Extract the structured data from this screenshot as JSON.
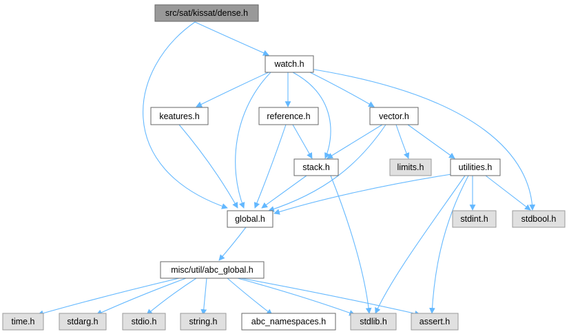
{
  "graph": {
    "title": "src/sat/kissat/dense.h",
    "colors": {
      "edge": "#63b8ff",
      "root_fill": "#999999",
      "file_fill": "#ffffff",
      "system_fill": "#e0e0e0"
    },
    "nodes": {
      "dense": "src/sat/kissat/dense.h",
      "watch": "watch.h",
      "keatures": "keatures.h",
      "reference": "reference.h",
      "vector": "vector.h",
      "stack": "stack.h",
      "limits": "limits.h",
      "utilities": "utilities.h",
      "global": "global.h",
      "stdint": "stdint.h",
      "stdbool": "stdbool.h",
      "abc_global": "misc/util/abc_global.h",
      "time": "time.h",
      "stdarg": "stdarg.h",
      "stdio": "stdio.h",
      "string": "string.h",
      "abc_namespaces": "abc_namespaces.h",
      "stdlib": "stdlib.h",
      "assert": "assert.h"
    },
    "node_kinds": {
      "dense": "root",
      "watch": "file",
      "keatures": "file",
      "reference": "file",
      "vector": "file",
      "stack": "file",
      "limits": "system",
      "utilities": "file",
      "global": "file",
      "stdint": "system",
      "stdbool": "system",
      "abc_global": "file",
      "time": "system",
      "stdarg": "system",
      "stdio": "system",
      "string": "system",
      "abc_namespaces": "file",
      "stdlib": "system",
      "assert": "system"
    },
    "edges": [
      [
        "dense",
        "watch"
      ],
      [
        "dense",
        "global"
      ],
      [
        "watch",
        "keatures"
      ],
      [
        "watch",
        "global"
      ],
      [
        "watch",
        "reference"
      ],
      [
        "watch",
        "stack"
      ],
      [
        "watch",
        "vector"
      ],
      [
        "watch",
        "stdbool"
      ],
      [
        "keatures",
        "global"
      ],
      [
        "reference",
        "global"
      ],
      [
        "reference",
        "stack"
      ],
      [
        "vector",
        "global"
      ],
      [
        "vector",
        "stack"
      ],
      [
        "vector",
        "limits"
      ],
      [
        "vector",
        "utilities"
      ],
      [
        "stack",
        "global"
      ],
      [
        "stack",
        "stdlib"
      ],
      [
        "utilities",
        "global"
      ],
      [
        "utilities",
        "stdint"
      ],
      [
        "utilities",
        "stdbool"
      ],
      [
        "utilities",
        "stdlib"
      ],
      [
        "utilities",
        "assert"
      ],
      [
        "global",
        "abc_global"
      ],
      [
        "abc_global",
        "time"
      ],
      [
        "abc_global",
        "stdarg"
      ],
      [
        "abc_global",
        "stdio"
      ],
      [
        "abc_global",
        "string"
      ],
      [
        "abc_global",
        "abc_namespaces"
      ],
      [
        "abc_global",
        "stdlib"
      ],
      [
        "abc_global",
        "assert"
      ]
    ]
  }
}
